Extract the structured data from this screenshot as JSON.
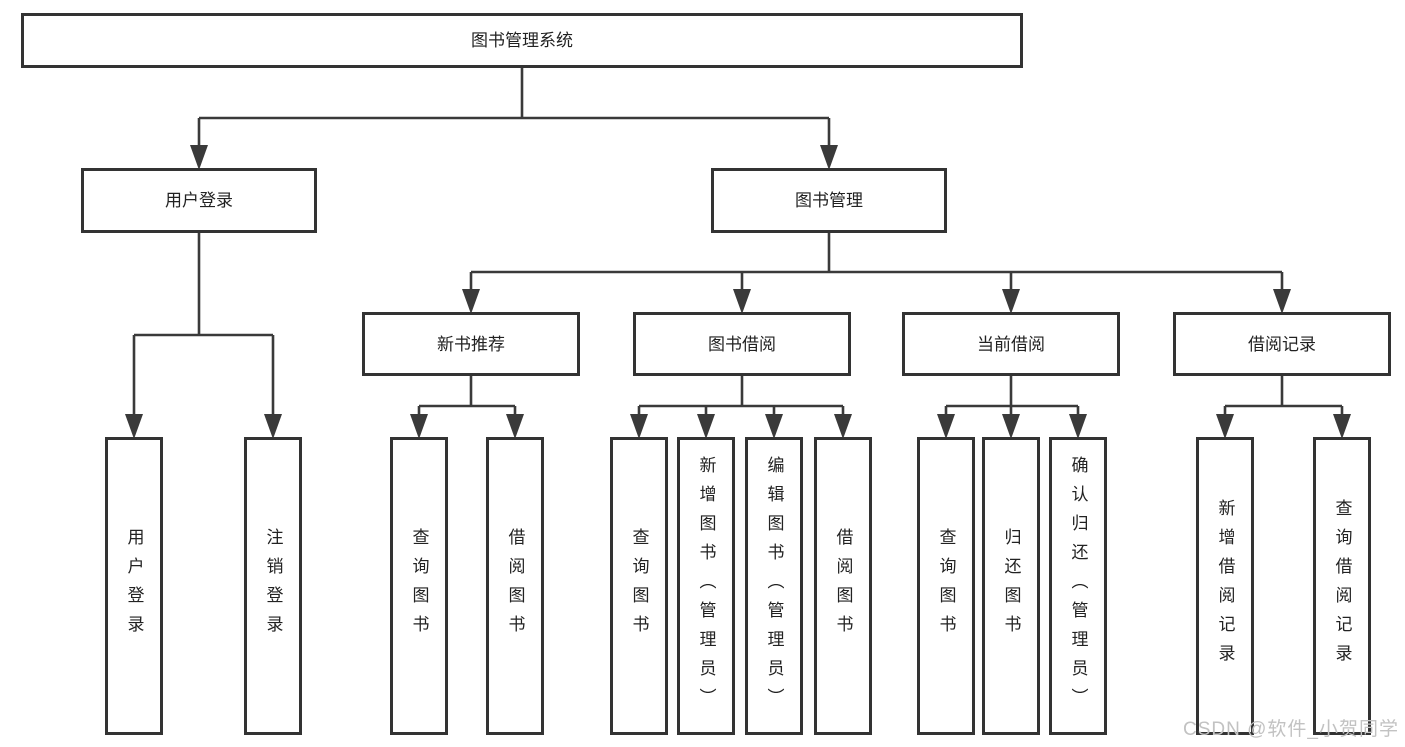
{
  "tree": {
    "root": {
      "label": "图书管理系统",
      "children": [
        {
          "label": "用户登录",
          "children": [
            {
              "label": "用户登录"
            },
            {
              "label": "注销登录"
            }
          ]
        },
        {
          "label": "图书管理",
          "children": [
            {
              "label": "新书推荐",
              "children": [
                {
                  "label": "查询图书"
                },
                {
                  "label": "借阅图书"
                }
              ]
            },
            {
              "label": "图书借阅",
              "children": [
                {
                  "label": "查询图书"
                },
                {
                  "label": "新增图书（管理员）"
                },
                {
                  "label": "编辑图书（管理员）"
                },
                {
                  "label": "借阅图书"
                }
              ]
            },
            {
              "label": "当前借阅",
              "children": [
                {
                  "label": "查询图书"
                },
                {
                  "label": "归还图书"
                },
                {
                  "label": "确认归还（管理员）"
                }
              ]
            },
            {
              "label": "借阅记录",
              "children": [
                {
                  "label": "新增借阅记录"
                },
                {
                  "label": "查询借阅记录"
                }
              ]
            }
          ]
        }
      ]
    }
  },
  "watermark": {
    "text": "CSDN @软件_小贺同学"
  },
  "colors": {
    "line": "#3a3a3a",
    "box_border": "#333333",
    "text": "#222222",
    "watermark": "#c2c2c2",
    "background": "#ffffff"
  }
}
